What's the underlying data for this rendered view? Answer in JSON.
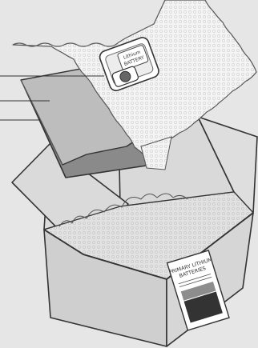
{
  "battery_label": {
    "line1": "Lithium",
    "line2": "BATTERY"
  },
  "box_label": {
    "line1": "PRIMARY LITHIUM",
    "line2": "BATTERIES"
  },
  "colors": {
    "background": "#e6e6e6",
    "outline": "#333333",
    "box_side": "#d0d0d0",
    "box_flap": "#dedede",
    "wrap": "#f3f3f3",
    "bag": "#bdbdbd",
    "pad": "#8a8a8a"
  }
}
